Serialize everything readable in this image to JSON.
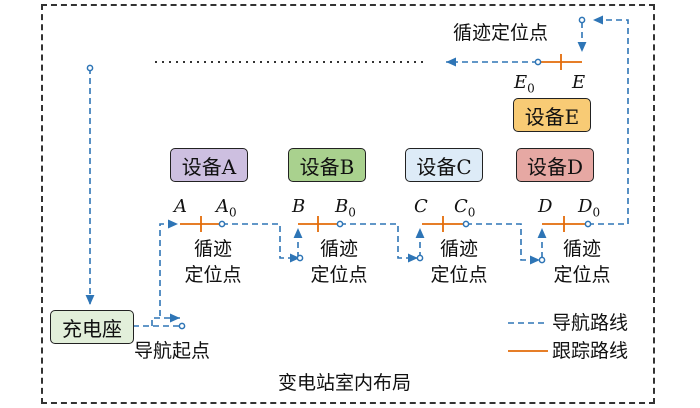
{
  "colors": {
    "nav": "#2E75B6",
    "track": "#E36C0A",
    "frame": "#333333"
  },
  "layout_title": "变电站室内布局",
  "charger": {
    "label": "充电座",
    "fill": "#E2EFDA"
  },
  "start_label": "导航起点",
  "devices": [
    {
      "label": "设备A",
      "fill": "#CDBFE0",
      "point": "A",
      "point0": "A",
      "sub0": "0",
      "loc_line1": "循迹",
      "loc_line2": "定位点"
    },
    {
      "label": "设备B",
      "fill": "#A9D18E",
      "point": "B",
      "point0": "B",
      "sub0": "0",
      "loc_line1": "循迹",
      "loc_line2": "定位点"
    },
    {
      "label": "设备C",
      "fill": "#DDEBF7",
      "point": "C",
      "point0": "C",
      "sub0": "0",
      "loc_line1": "循迹",
      "loc_line2": "定位点"
    },
    {
      "label": "设备D",
      "fill": "#E6A8A3",
      "point": "D",
      "point0": "D",
      "sub0": "0",
      "loc_line1": "循迹",
      "loc_line2": "定位点"
    }
  ],
  "device_e": {
    "label": "设备E",
    "fill": "#F8CB75",
    "point": "E",
    "point0": "E",
    "sub0": "0",
    "loc_label": "循迹定位点"
  },
  "legend": {
    "nav": "导航路线",
    "track": "跟踪路线"
  }
}
